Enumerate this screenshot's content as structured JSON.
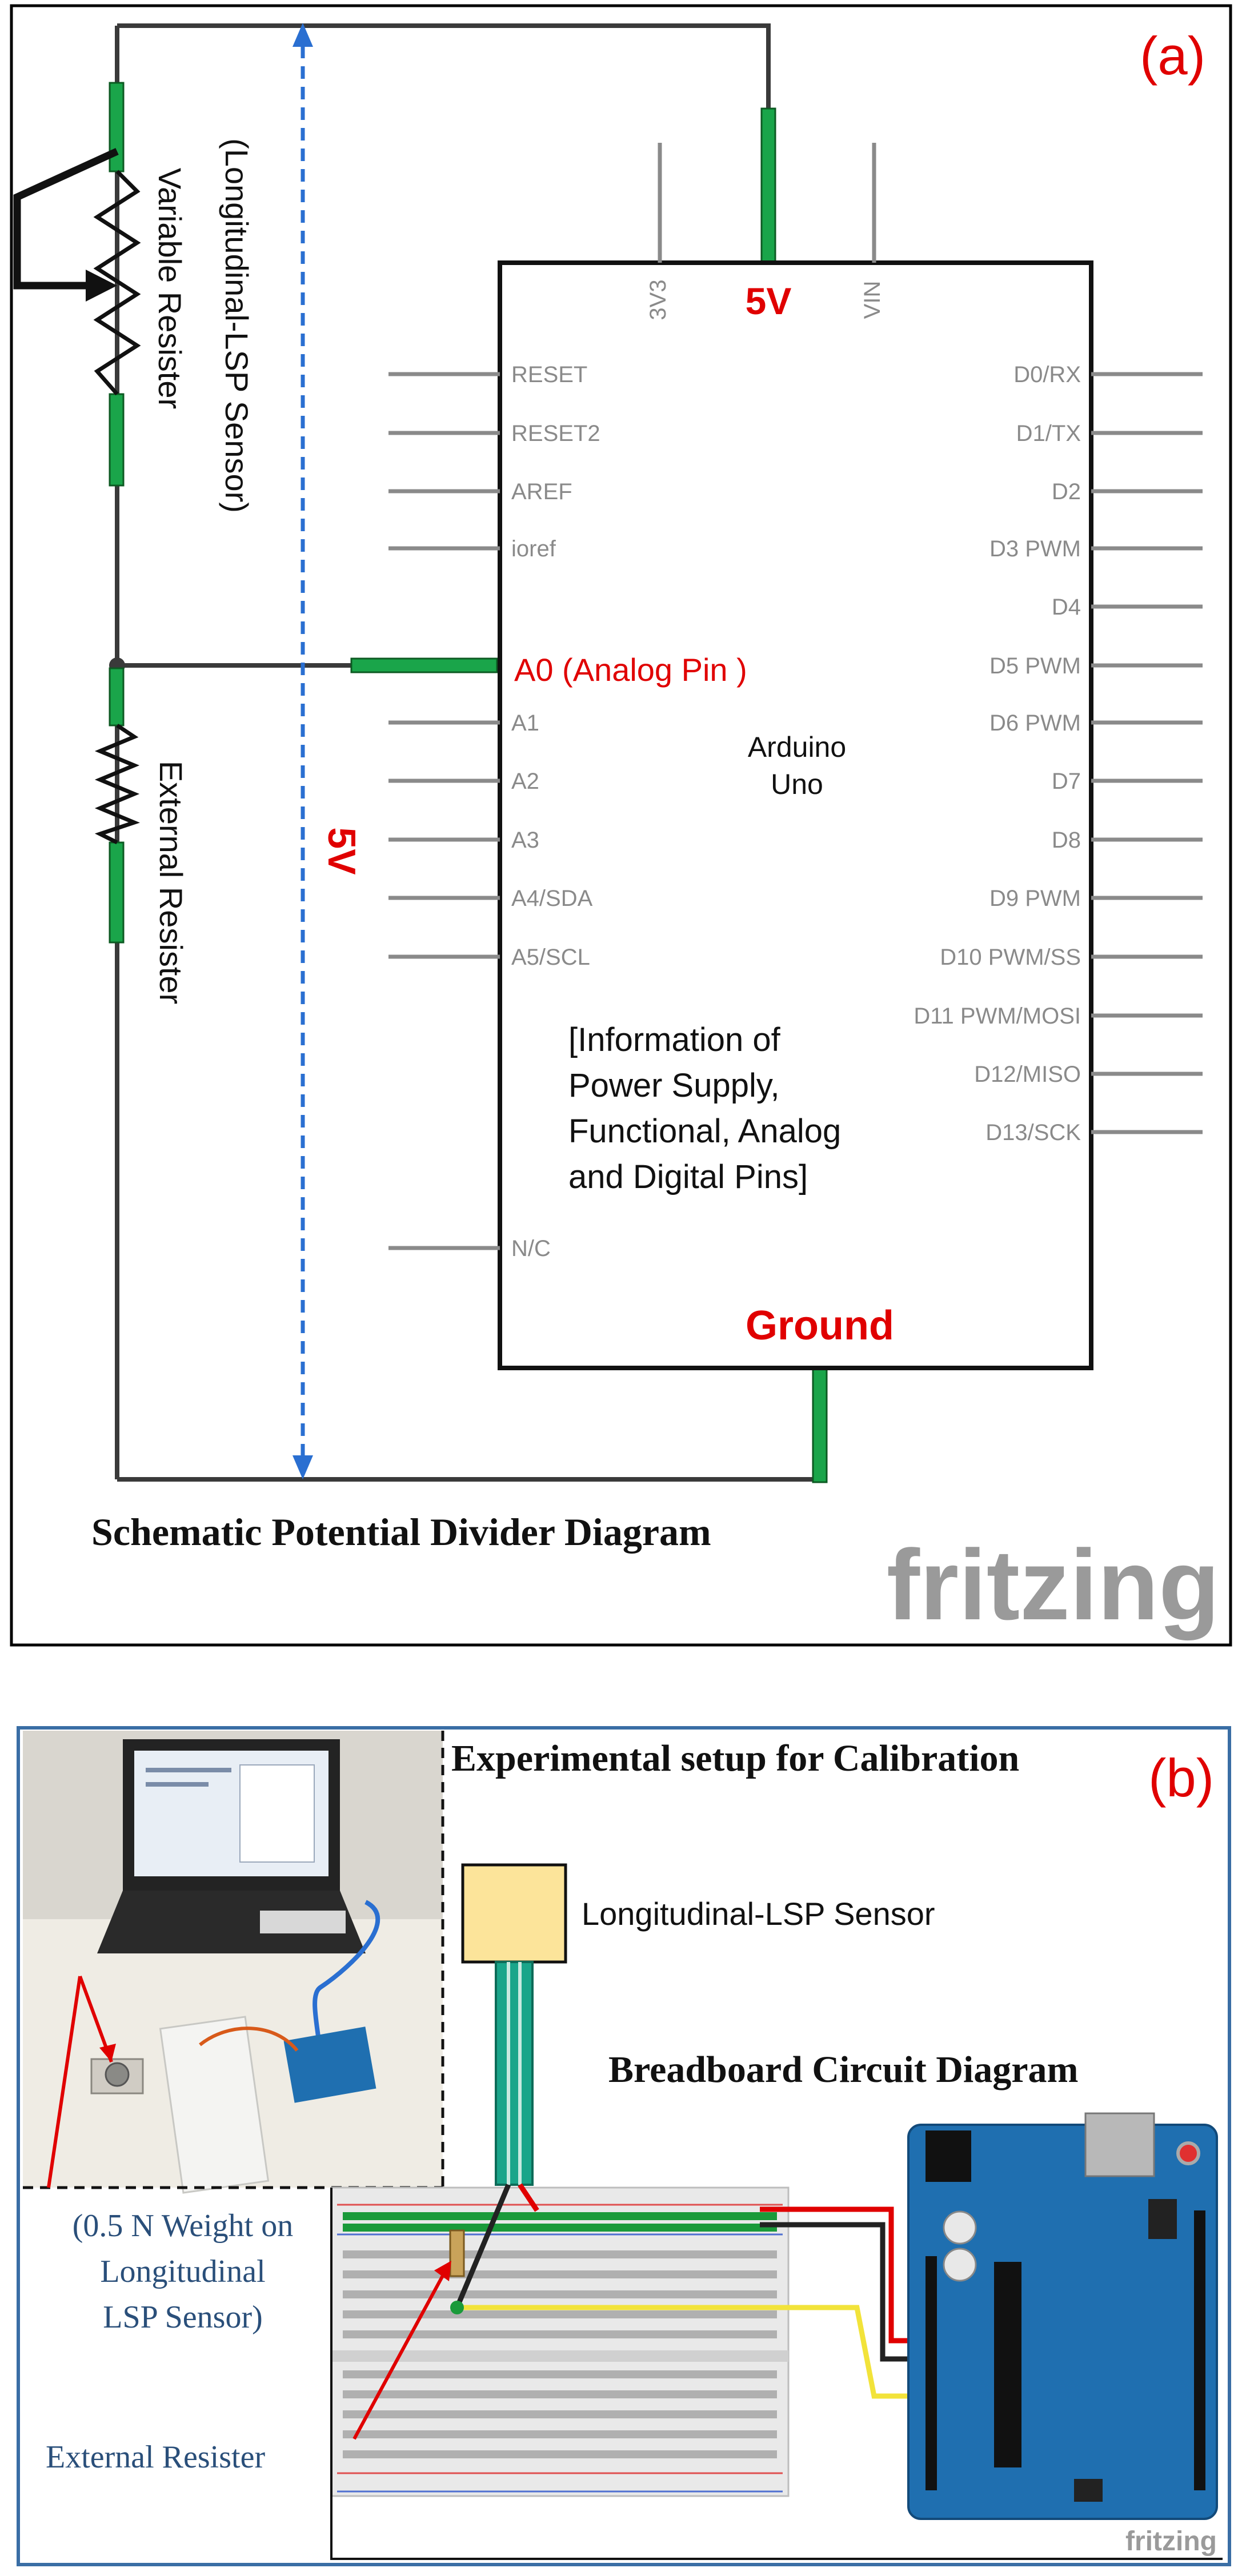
{
  "panel_a": {
    "tag": "(a)",
    "top_pins": [
      "3V3",
      "5V",
      "VIN"
    ],
    "left_pins": [
      "RESET",
      "RESET2",
      "AREF",
      "ioref",
      "A0 (Analog Pin )",
      "A1",
      "A2",
      "A3",
      "A4/SDA",
      "A5/SCL",
      "N/C"
    ],
    "right_pins": [
      "D0/RX",
      "D1/TX",
      "D2",
      "D3 PWM",
      "D4",
      "D5 PWM",
      "D6 PWM",
      "D7",
      "D8",
      "D9 PWM",
      "D10 PWM/SS",
      "D11 PWM/MOSI",
      "D12/MISO",
      "D13/SCK"
    ],
    "board_name": [
      "Arduino",
      "Uno"
    ],
    "info_text": [
      "[Information of",
      "Power Supply,",
      "Functional, Analog",
      "and Digital Pins]"
    ],
    "ground_label": "Ground",
    "vertical_voltage": "5V",
    "sensor_label_1": "(Longitudinal-LSP Sensor)",
    "sensor_label_2": "Variable Resister",
    "external_label": "External Resister",
    "caption": "Schematic Potential Divider Diagram",
    "logo": "fritzing"
  },
  "panel_b": {
    "tag": "(b)",
    "title": "Experimental setup for Calibration",
    "sensor_label": "Longitudinal-LSP Sensor",
    "breadboard_title": "Breadboard Circuit Diagram",
    "weight_note": [
      "(0.5 N Weight on",
      "Longitudinal",
      "LSP Sensor)"
    ],
    "external_label": "External Resister",
    "logo": "fritzing"
  },
  "colors": {
    "accent_red": "#e00000",
    "wire_green": "#1aa54a",
    "dash_blue": "#2a6fd1",
    "arduino_blue": "#1f6fb0",
    "frame_blue": "#3a6ea5"
  }
}
